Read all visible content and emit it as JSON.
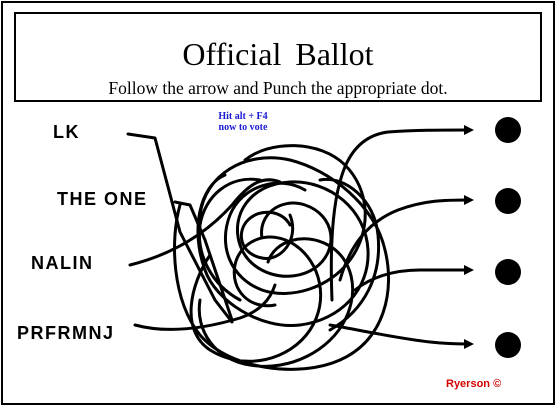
{
  "ballot": {
    "title": "Official Ballot",
    "instructions": "Follow the arrow and Punch the appropriate dot."
  },
  "candidates": [
    {
      "name": "LK"
    },
    {
      "name": "THE ONE"
    },
    {
      "name": "NALIN"
    },
    {
      "name": "PRFRMNJ"
    }
  ],
  "hint": {
    "line1": "Hit alt + F4",
    "line2": "now to vote"
  },
  "credit": "Ryerson ©",
  "colors": {
    "ink": "#000000",
    "hint": "#1a1ad6",
    "credit": "#d40000"
  }
}
